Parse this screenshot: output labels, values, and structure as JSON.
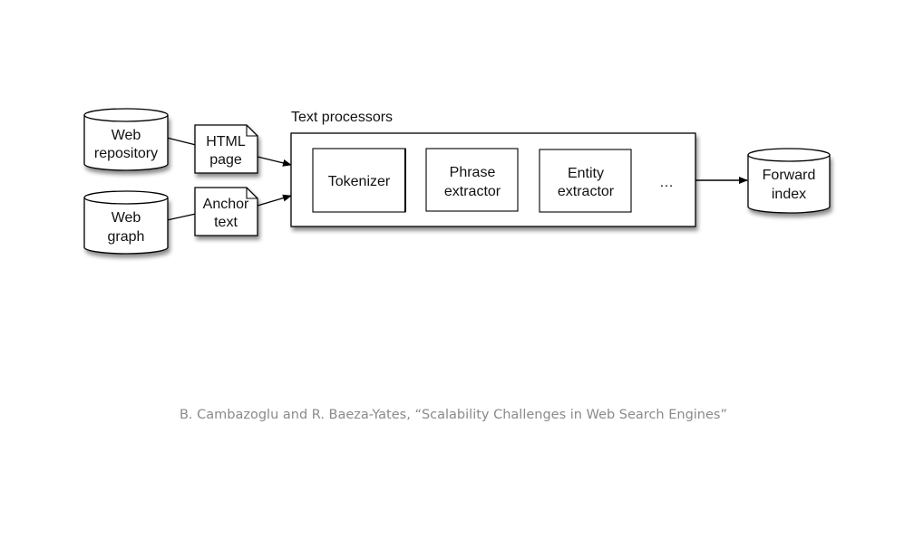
{
  "diagram": {
    "group_title": "Text processors",
    "sources": [
      {
        "line1": "Web",
        "line2": "repository"
      },
      {
        "line1": "Web",
        "line2": "graph"
      }
    ],
    "documents": [
      {
        "line1": "HTML",
        "line2": "page"
      },
      {
        "line1": "Anchor",
        "line2": "text"
      }
    ],
    "processors": [
      {
        "line1": "Tokenizer",
        "line2": ""
      },
      {
        "line1": "Phrase",
        "line2": "extractor"
      },
      {
        "line1": "Entity",
        "line2": "extractor"
      }
    ],
    "ellipsis": "…",
    "output": {
      "line1": "Forward",
      "line2": "index"
    }
  },
  "footer": {
    "citation": "B. Cambazoglu and R. Baeza-Yates, “Scalability Challenges in Web Search Engines”"
  },
  "colors": {
    "stroke": "#000000",
    "shadow": "#b0b0b0",
    "citation": "#8a8a8a"
  }
}
